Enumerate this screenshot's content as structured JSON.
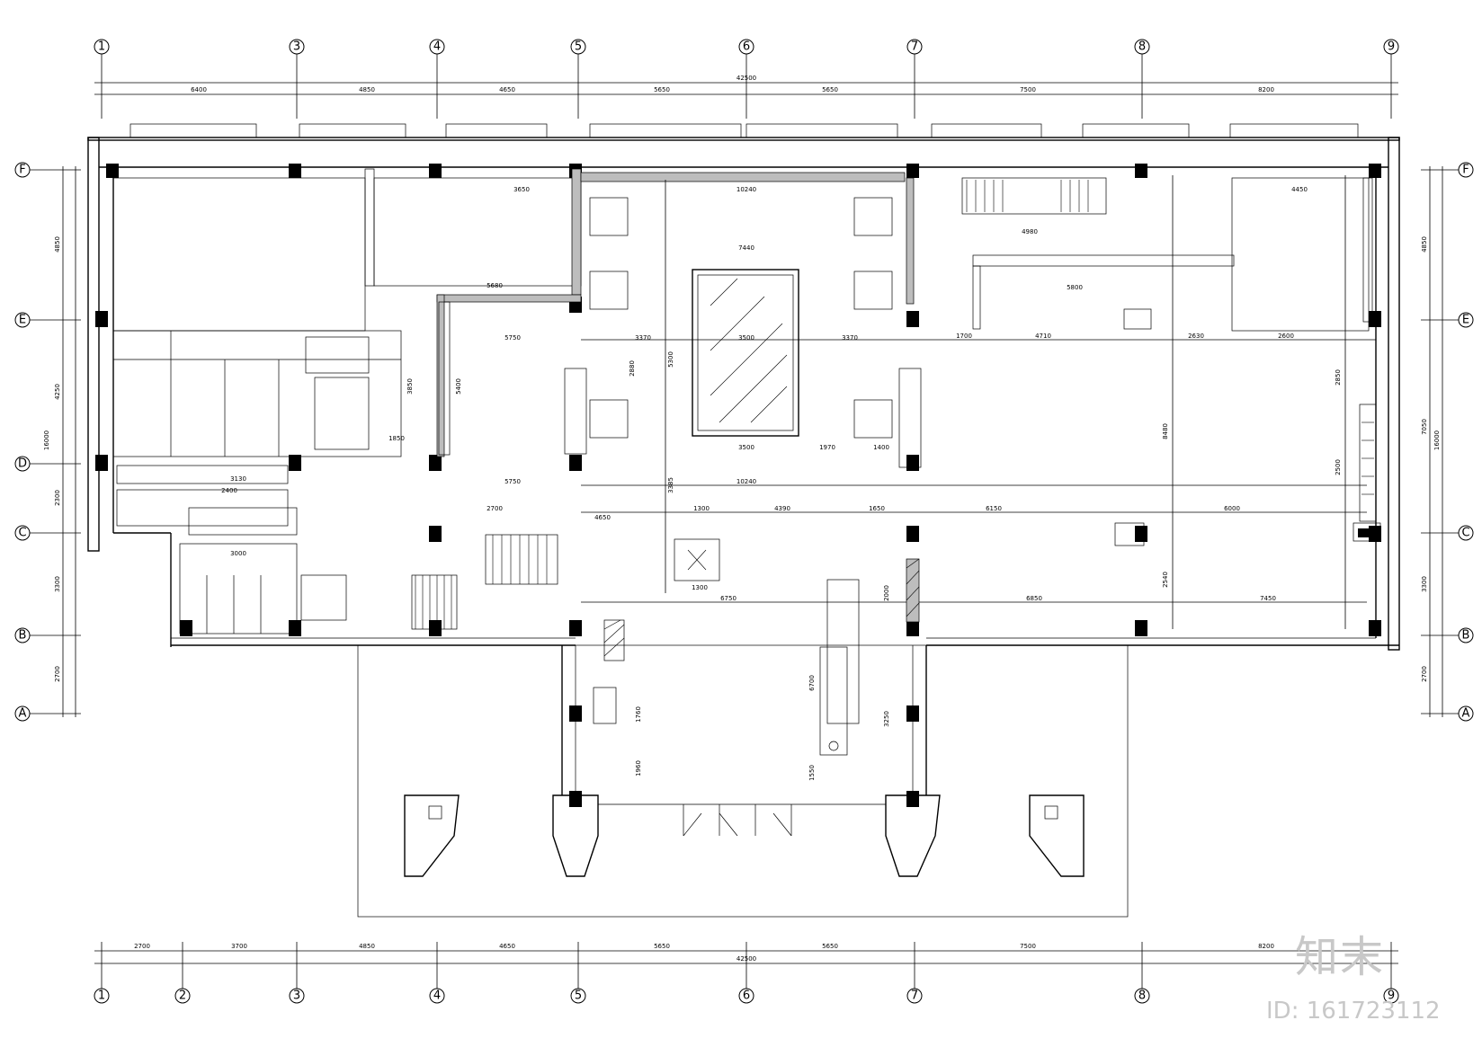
{
  "drawing": {
    "axes_vertical": [
      "1",
      "3",
      "4",
      "5",
      "6",
      "7",
      "8",
      "9"
    ],
    "axes_vertical_bottom": [
      "1",
      "2",
      "3",
      "4",
      "5",
      "6",
      "7",
      "8",
      "9"
    ],
    "axes_horizontal": [
      "F",
      "E",
      "D",
      "C",
      "B",
      "A"
    ],
    "top_total": "42500",
    "top_spans": [
      "6400",
      "4850",
      "4650",
      "5650",
      "5650",
      "7500",
      "8200"
    ],
    "bottom_total": "42500",
    "bottom_spans": [
      "2700",
      "3700",
      "4850",
      "4650",
      "5650",
      "5650",
      "7500",
      "8200"
    ],
    "left_spans": [
      "4850",
      "4250",
      "2300",
      "3300",
      "2700"
    ],
    "left_total": "16000",
    "right_spans": [
      "4850",
      "7050",
      "3300",
      "2700"
    ],
    "right_total": "16000",
    "interior_dims": [
      "3650",
      "10240",
      "4450",
      "7440",
      "5680",
      "5750",
      "3500",
      "3370",
      "3370",
      "3500",
      "1970",
      "1400",
      "5750",
      "10240",
      "2700",
      "4650",
      "1300",
      "4390",
      "1650",
      "6150",
      "6000",
      "6750",
      "1300",
      "6850",
      "7450",
      "4710",
      "2630",
      "2600",
      "5800",
      "4980",
      "2400",
      "3000",
      "3130",
      "1850",
      "1700",
      "5400",
      "3850",
      "5300",
      "8480",
      "2850",
      "2500",
      "2540",
      "2880",
      "3385",
      "6700",
      "1760",
      "1960",
      "1550",
      "3250",
      "2000"
    ]
  },
  "watermark": {
    "logo": "知末",
    "id": "ID: 161723112"
  },
  "icons": {
    "revolving_door": "x-mark-icon"
  }
}
